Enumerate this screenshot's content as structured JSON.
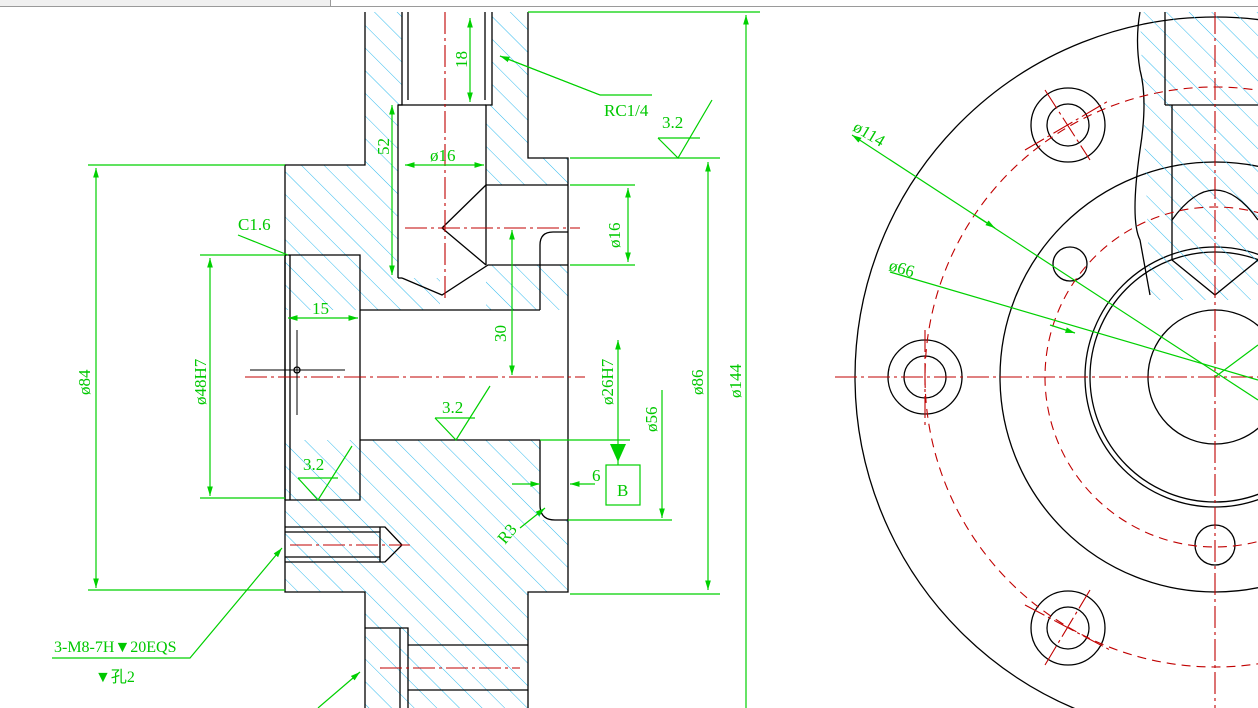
{
  "window": {
    "title": ""
  },
  "section_view": {
    "labels": {
      "rc": "RC1/4",
      "d18": "18",
      "d52": "52",
      "phi16_top": "ø16",
      "c16": "C1.6",
      "phi16_side": "ø16",
      "d15": "15",
      "d30": "30",
      "phi84": "ø84",
      "phi48": "ø48H7",
      "phi26": "ø26H7",
      "phi56": "ø56",
      "phi86": "ø86",
      "phi144": "ø144",
      "rough1": "3.2",
      "rough2": "3.2",
      "rough3": "3.2",
      "d6": "6",
      "datum": "B",
      "r3": "R3",
      "thread1": "3-M8-7H▼20EQS",
      "thread2": "▼孔2"
    }
  },
  "end_view": {
    "labels": {
      "phi114": "ø114",
      "phi66": "ø66"
    }
  },
  "colors": {
    "dimension": "#00c800",
    "outline": "#000000",
    "centerline": "#c00000",
    "hatch": "#33bbee"
  }
}
